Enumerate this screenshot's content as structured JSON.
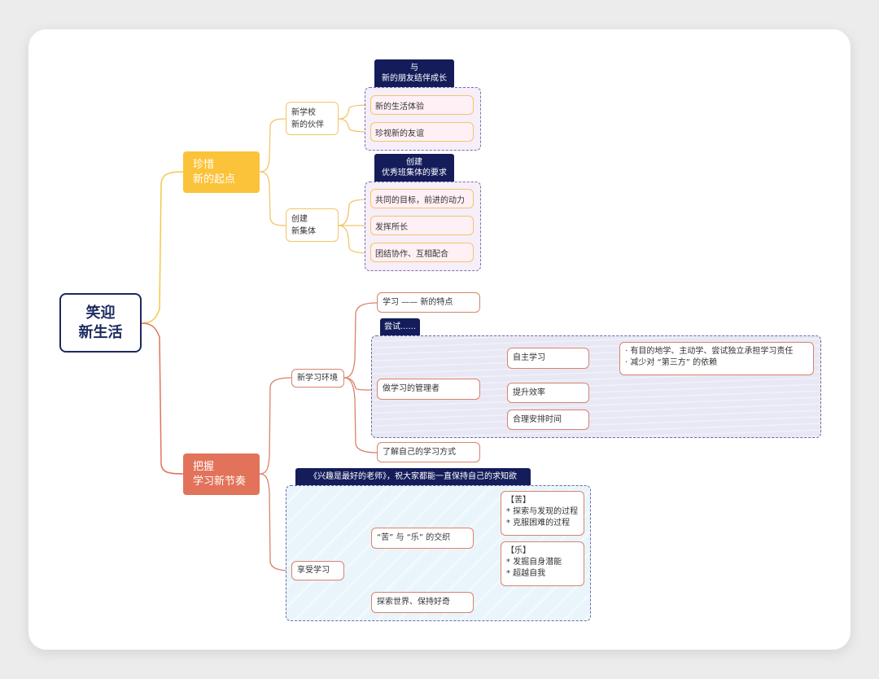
{
  "root": "笑迎\n新生活",
  "branch1": {
    "title": "珍惜\n新的起点",
    "sub1": {
      "label": "新学校\n新的伙伴",
      "tag": "与\n新的朋友结伴成长",
      "items": [
        "新的生活体验",
        "珍视新的友谊"
      ]
    },
    "sub2": {
      "label": "创建\n新集体",
      "tag": "创建\n优秀班集体的要求",
      "items": [
        "共同的目标，前进的动力",
        "发挥所长",
        "团结协作、互相配合"
      ]
    }
  },
  "branch2": {
    "title": "把握\n学习新节奏",
    "env": {
      "label": "新学习环境",
      "feature": "学习 —— 新的特点",
      "tag": "尝试......",
      "manager": "做学习的管理者",
      "m_items": [
        "自主学习",
        "提升效率",
        "合理安排时间"
      ],
      "self_detail": "· 有目的地学、主动学、尝试独立承担学习责任\n· 减少对 “第三方” 的依赖",
      "method": "了解自己的学习方式"
    },
    "enjoy": {
      "label": "享受学习",
      "tag": "《兴趣是最好的老师》，祝大家都能一直保持自己的求知欲",
      "mix": "“苦” 与 “乐” 的交织",
      "bitter": "【苦】\n* 探索与发现的过程\n* 克服困难的过程",
      "joy": "【乐】\n* 发掘自身潜能\n* 超越自我",
      "explore": "探索世界、保持好奇"
    }
  },
  "colors": {
    "yellow": "#fbc33a",
    "orange": "#e2735a",
    "navy": "#141c5a"
  }
}
